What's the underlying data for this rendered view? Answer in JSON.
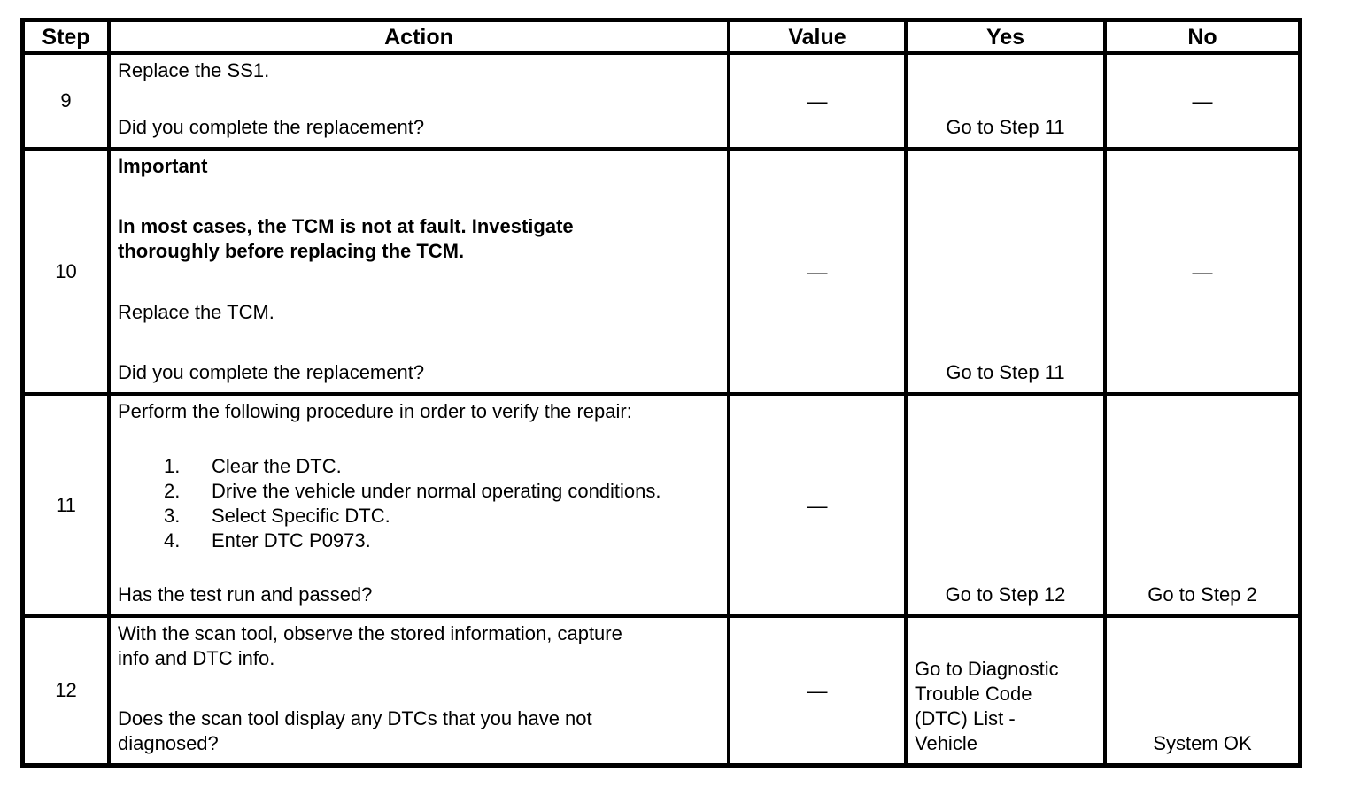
{
  "table": {
    "headers": {
      "step": "Step",
      "action": "Action",
      "value": "Value",
      "yes": "Yes",
      "no": "No"
    },
    "rows": [
      {
        "step": "9",
        "action": {
          "p1": "Replace the SS1.",
          "question": "Did you complete the replacement?"
        },
        "value": "—",
        "yes": "Go to Step 11",
        "no": "—"
      },
      {
        "step": "10",
        "action": {
          "heading": "Important",
          "bold_note": "In most cases, the TCM is not at fault. Investigate\nthoroughly before replacing the TCM.",
          "p1": "Replace the TCM.",
          "question": "Did you complete the replacement?"
        },
        "value": "—",
        "yes": "Go to Step 11",
        "no": "—"
      },
      {
        "step": "11",
        "action": {
          "intro": "Perform the following procedure in order to verify the repair:",
          "list": [
            {
              "num": "1.",
              "text": "Clear the DTC."
            },
            {
              "num": "2.",
              "text": "Drive the vehicle under normal operating conditions."
            },
            {
              "num": "3.",
              "text": "Select Specific DTC."
            },
            {
              "num": "4.",
              "text": "Enter DTC P0973."
            }
          ],
          "question": "Has the test run and passed?"
        },
        "value": "—",
        "yes": "Go to Step 12",
        "no": "Go to Step 2"
      },
      {
        "step": "12",
        "action": {
          "p1": "With the scan tool, observe the stored information, capture\ninfo and DTC info.",
          "question": "Does the scan tool display any DTCs that you have not\ndiagnosed?"
        },
        "value": "—",
        "yes": "Go to Diagnostic\nTrouble Code\n(DTC) List -\nVehicle",
        "no": "System OK"
      }
    ]
  }
}
